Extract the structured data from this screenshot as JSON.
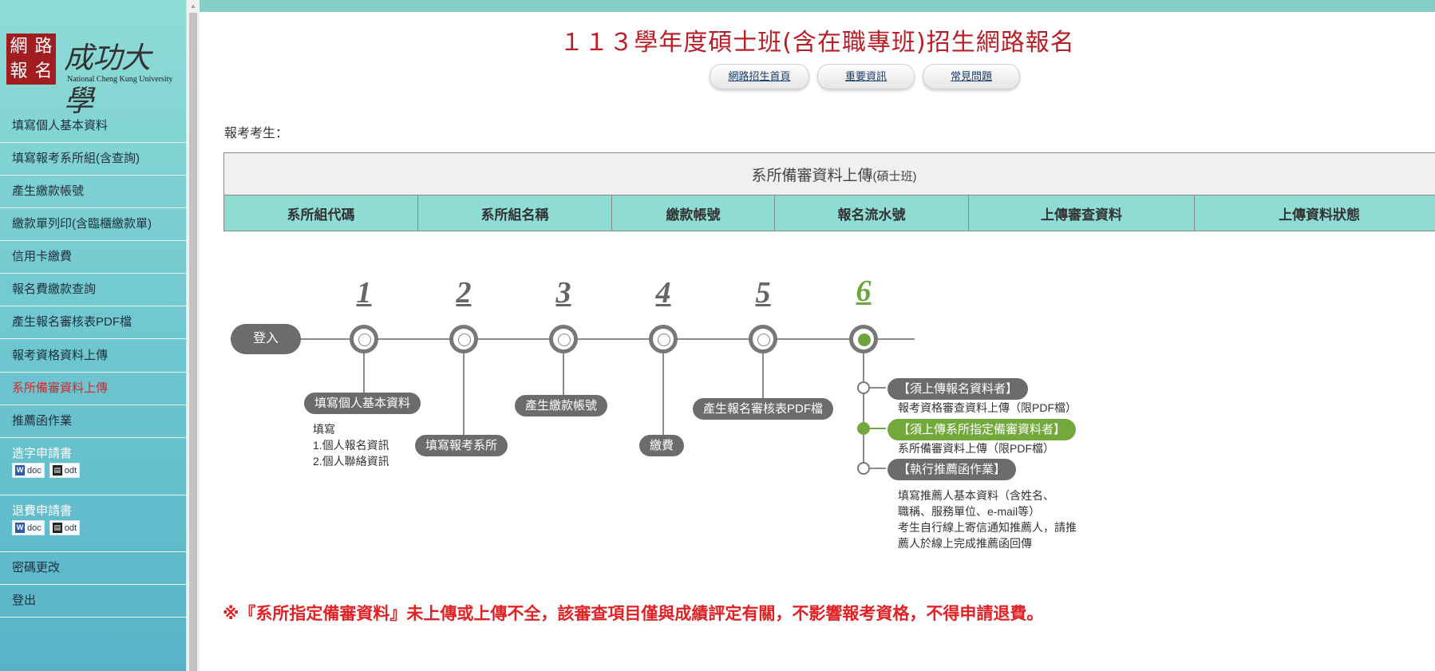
{
  "logo": {
    "seal_chars": [
      "網",
      "路",
      "報",
      "名"
    ],
    "name_cn": "成功大學",
    "name_en": "National Cheng Kung University"
  },
  "sidebar": {
    "items": [
      {
        "label": "填寫個人基本資料"
      },
      {
        "label": "填寫報考系所組(含查詢)"
      },
      {
        "label": "產生繳款帳號"
      },
      {
        "label": "繳款單列印(含臨櫃繳款單)"
      },
      {
        "label": "信用卡繳費"
      },
      {
        "label": "報名費繳款查詢"
      },
      {
        "label": "產生報名審核表PDF檔"
      },
      {
        "label": "報考資格資料上傳"
      },
      {
        "label": "系所備審資料上傳",
        "active": true
      },
      {
        "label": "推薦函作業"
      }
    ],
    "forms": [
      {
        "title": "造字申請書",
        "doc": "doc",
        "odt": "odt",
        "word_badge": "W"
      },
      {
        "title": "退費申請書",
        "doc": "doc",
        "odt": "odt",
        "word_badge": "W"
      }
    ],
    "bottom_items": [
      {
        "label": "密碼更改"
      },
      {
        "label": "登出"
      }
    ],
    "active_color": "#d9252c"
  },
  "page": {
    "title": "１１３學年度碩士班(含在職專班)招生網路報名",
    "nav": [
      "網路招生首頁",
      "重要資訊",
      "常見問題"
    ],
    "examinee_label": "報考考生："
  },
  "table": {
    "caption": "系所備審資料上傳",
    "caption_small": "(碩士班)",
    "headers": [
      "系所組代碼",
      "系所組名稱",
      "繳款帳號",
      "報名流水號",
      "上傳審查資料",
      "上傳資料狀態"
    ]
  },
  "flow": {
    "login": "登入",
    "steps": [
      {
        "num": "1",
        "label": "填寫個人基本資料",
        "desc": [
          "填寫",
          "1.個人報名資訊",
          "2.個人聯絡資訊"
        ]
      },
      {
        "num": "2",
        "label": "填寫報考系所"
      },
      {
        "num": "3",
        "label": "產生繳款帳號"
      },
      {
        "num": "4",
        "label": "繳費"
      },
      {
        "num": "5",
        "label": "產生報名審核表PDF檔"
      },
      {
        "num": "6",
        "current": true
      }
    ],
    "branches": [
      {
        "label": "【須上傳報名資料者】",
        "desc": [
          "報考資格審查資料上傳（限PDF檔）"
        ]
      },
      {
        "label": "【須上傳系所指定備審資料者】",
        "desc": [
          "系所備審資料上傳（限PDF檔）"
        ],
        "current": true
      },
      {
        "label": "【執行推薦函作業】",
        "desc": [
          "填寫推薦人基本資料（含姓名、",
          "職稱、服務單位、e-mail等）",
          "考生自行線上寄信通知推薦人，請推",
          "薦人於線上完成推薦函回傳"
        ]
      }
    ],
    "accent_green": "#6ea53b"
  },
  "warning": "※『系所指定備審資料』未上傳或上傳不全，該審查項目僅與成績評定有關，不影響報考資格，不得申請退費。"
}
